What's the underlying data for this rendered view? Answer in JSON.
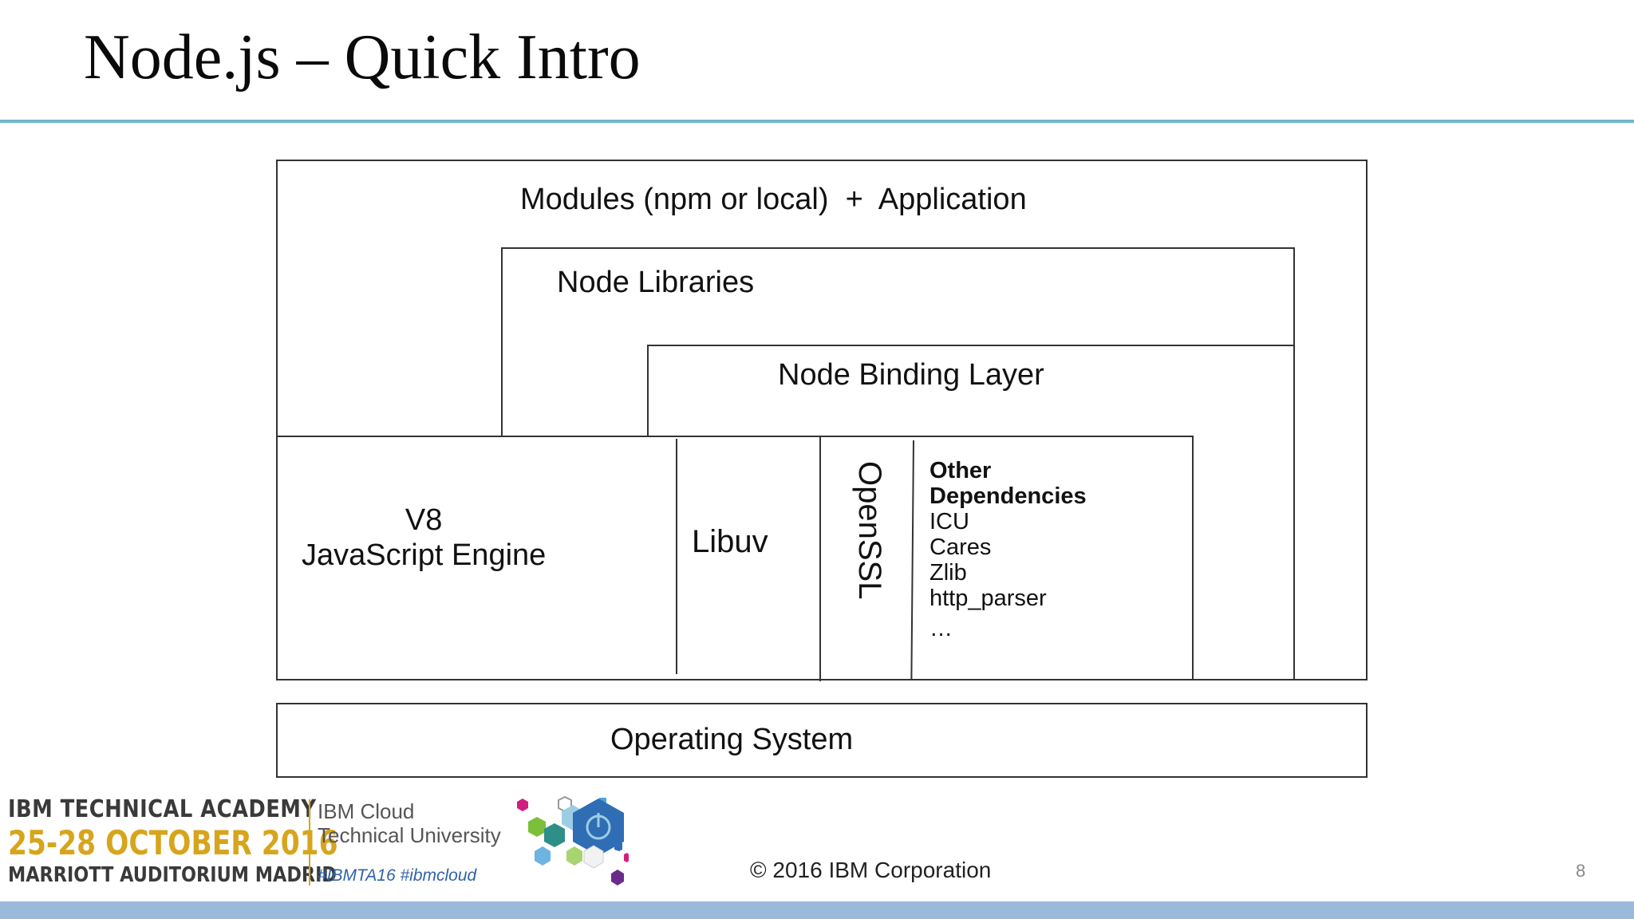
{
  "slide": {
    "title": "Node.js – Quick Intro",
    "page_number": "8",
    "copyright": "© 2016 IBM Corporation"
  },
  "diagram": {
    "modules_app": "Modules (npm or local)  +  Application",
    "node_libraries": "Node Libraries",
    "node_binding_layer": "Node Binding Layer",
    "v8_line1": "V8",
    "v8_line2": "JavaScript Engine",
    "libuv": "Libuv",
    "openssl": "OpenSSL",
    "other_deps": {
      "heading_line1": "Other",
      "heading_line2": "Dependencies",
      "items": [
        "ICU",
        "Cares",
        "Zlib",
        "http_parser",
        "…"
      ]
    },
    "operating_system": "Operating System"
  },
  "footer": {
    "academy_line1": "IBM TECHNICAL ACADEMY",
    "academy_line2": "25-28 OCTOBER 2016",
    "academy_line3": "MARRIOTT AUDITORIUM MADRID",
    "tu_line1": "IBM Cloud",
    "tu_line2": "Technical University",
    "hashtags": "#IBMTA16 #ibmcloud"
  },
  "colors": {
    "title_rule": "#6fb8cb",
    "footer_band": "#9bb9da",
    "academy_gold": "#d7a51c",
    "hashtag_blue": "#2f63a8"
  }
}
